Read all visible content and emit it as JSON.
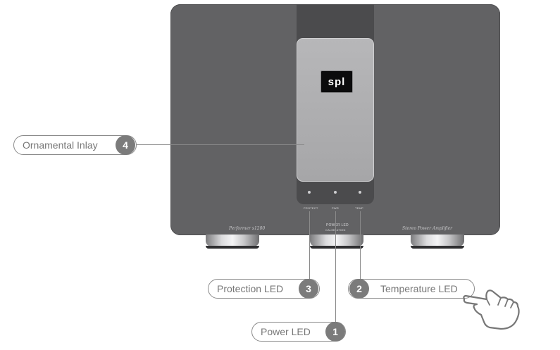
{
  "device": {
    "logo_text": "spl",
    "led_labels": [
      "PROTECT",
      "PWR",
      "TEMP"
    ],
    "model_text": "Performer s1200",
    "center_text": [
      "POWER LED",
      "CALIBRATION"
    ],
    "descriptor_text": "Stereo Power Amplifier"
  },
  "callouts": {
    "ornamental": {
      "label": "Ornamental Inlay",
      "number": "4"
    },
    "protection": {
      "label": "Protection LED",
      "number": "3"
    },
    "temperature": {
      "label": "Temperature LED",
      "number": "2"
    },
    "power": {
      "label": "Power LED",
      "number": "1"
    }
  },
  "colors": {
    "chassis": "#626264",
    "inlay": "#b0b0b2",
    "badge": "#7b7b7b"
  },
  "icons": {
    "pointer": "pointing-hand-icon"
  }
}
